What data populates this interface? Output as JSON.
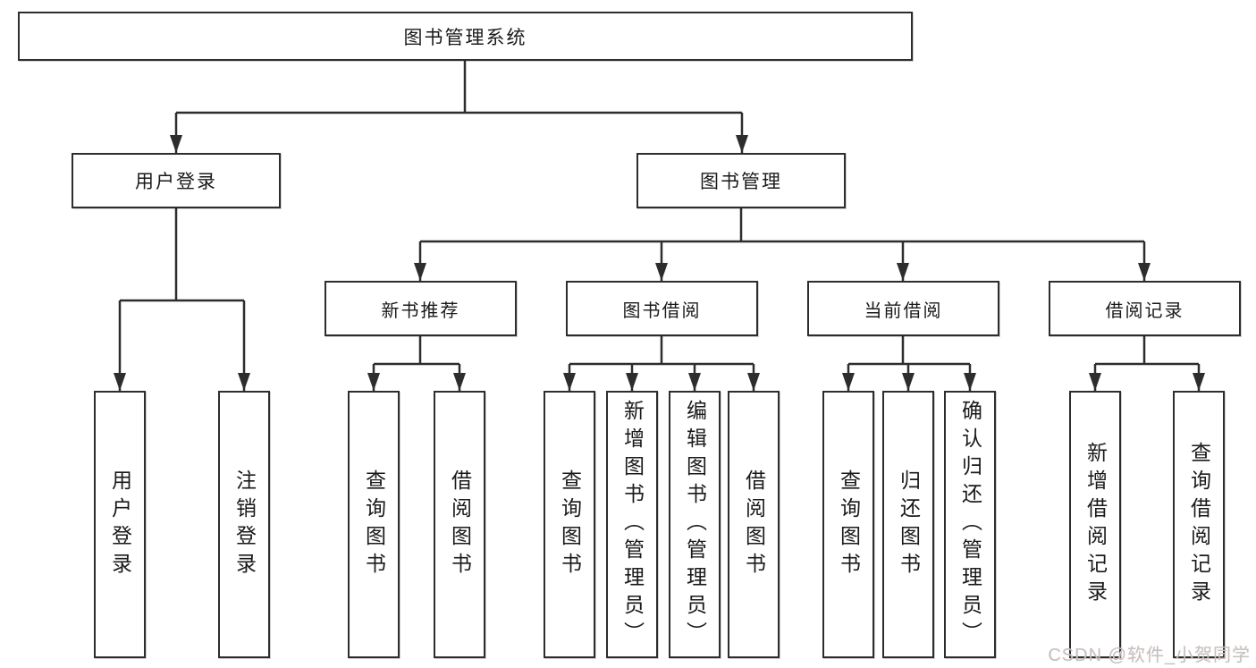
{
  "root": {
    "label": "图书管理系统"
  },
  "level2": [
    {
      "label": "用户登录"
    },
    {
      "label": "图书管理"
    }
  ],
  "level3": [
    {
      "label": "新书推荐"
    },
    {
      "label": "图书借阅"
    },
    {
      "label": "当前借阅"
    },
    {
      "label": "借阅记录"
    }
  ],
  "leaves": [
    {
      "label": "用户登录"
    },
    {
      "label": "注销登录"
    },
    {
      "label": "查询图书"
    },
    {
      "label": "借阅图书"
    },
    {
      "label": "查询图书"
    },
    {
      "label": "新增图书（管理员）"
    },
    {
      "label": "编辑图书（管理员）"
    },
    {
      "label": "借阅图书"
    },
    {
      "label": "查询图书"
    },
    {
      "label": "归还图书"
    },
    {
      "label": "确认归还（管理员）"
    },
    {
      "label": "新增借阅记录"
    },
    {
      "label": "查询借阅记录"
    }
  ],
  "watermark": {
    "text": "CSDN @软件_小贺同学"
  },
  "colors": {
    "line": "#2d2d2d",
    "box_border": "#2d2d2d",
    "box_background": "#ffffff",
    "text": "#1a1a1a",
    "watermark_text": "#c2c2c2",
    "page_background": "#ffffff"
  }
}
